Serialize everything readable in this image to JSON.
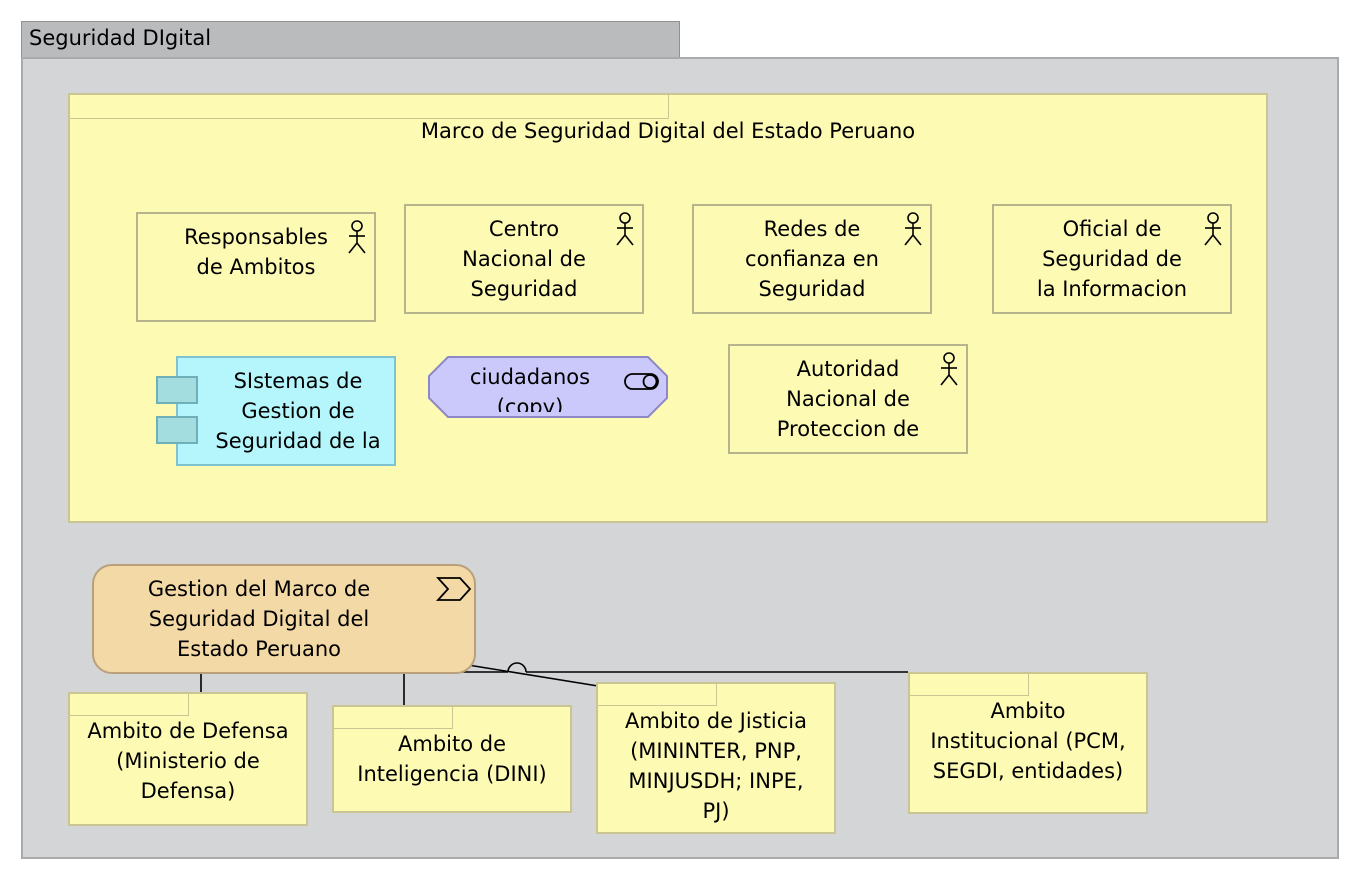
{
  "diagram": {
    "outer_group": {
      "title": "Seguridad DIgital"
    },
    "framework_group": {
      "title": "Marco de Seguridad Digital del Estado Peruano"
    },
    "actors": [
      {
        "lines": [
          "Responsables",
          "de Ambitos"
        ],
        "icon": "actor-icon"
      },
      {
        "lines": [
          "Centro",
          "Nacional de",
          "Seguridad"
        ],
        "icon": "actor-icon"
      },
      {
        "lines": [
          "Redes de",
          "confianza en",
          "Seguridad"
        ],
        "icon": "actor-icon"
      },
      {
        "lines": [
          "Oficial de",
          "Seguridad de",
          "la Informacion"
        ],
        "icon": "actor-icon"
      },
      {
        "lines": [
          "Autoridad",
          "Nacional de",
          "Proteccion de"
        ],
        "icon": "actor-icon"
      }
    ],
    "component": {
      "lines": [
        "SIstemas de",
        "Gestion de",
        "Seguridad de la"
      ],
      "icon": "component-icon"
    },
    "service": {
      "lines": [
        "ciudadanos",
        "(copy)"
      ],
      "icon": "service-icon"
    },
    "function": {
      "lines": [
        "Gestion del Marco de",
        "Seguridad Digital del",
        "Estado Peruano"
      ],
      "icon": "function-icon"
    },
    "scopes": [
      {
        "lines": [
          "Ambito de Defensa",
          "(Ministerio de",
          "Defensa)"
        ]
      },
      {
        "lines": [
          "Ambito de",
          "Inteligencia (DINI)"
        ]
      },
      {
        "lines": [
          "Ambito de Jisticia",
          "(MININTER, PNP,",
          "MINJUSDH; INPE,",
          "PJ)"
        ]
      },
      {
        "lines": [
          "Ambito",
          "Institucional (PCM,",
          "SEGDI, entidades)"
        ]
      }
    ],
    "colors": {
      "group_fill": "#fdfab4",
      "container_fill": "#d3d5d6",
      "component_fill": "#b4f6fc",
      "service_fill": "#cbc8fb",
      "function_fill": "#f3d9a6"
    }
  }
}
